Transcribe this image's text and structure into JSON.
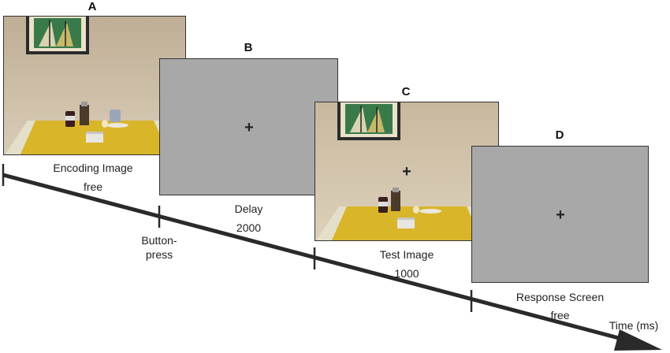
{
  "panels": [
    {
      "letter": "A",
      "caption": "Encoding Image",
      "duration": "free"
    },
    {
      "letter": "B",
      "caption": "Delay",
      "duration": "2000",
      "fixation": "+"
    },
    {
      "letter": "C",
      "caption": "Test Image",
      "duration": "1000",
      "fixation": "+"
    },
    {
      "letter": "D",
      "caption": "Response Screen",
      "duration": "free",
      "fixation": "+"
    }
  ],
  "timeline": {
    "axis_label": "Time (ms)",
    "button_label_line1": "Button-",
    "button_label_line2": "press"
  },
  "colors": {
    "screen_gray": "#a8a8a8",
    "timeline": "#2a2a2a",
    "tablecloth": "#d9b52a",
    "wall": "#cdbfa8"
  }
}
